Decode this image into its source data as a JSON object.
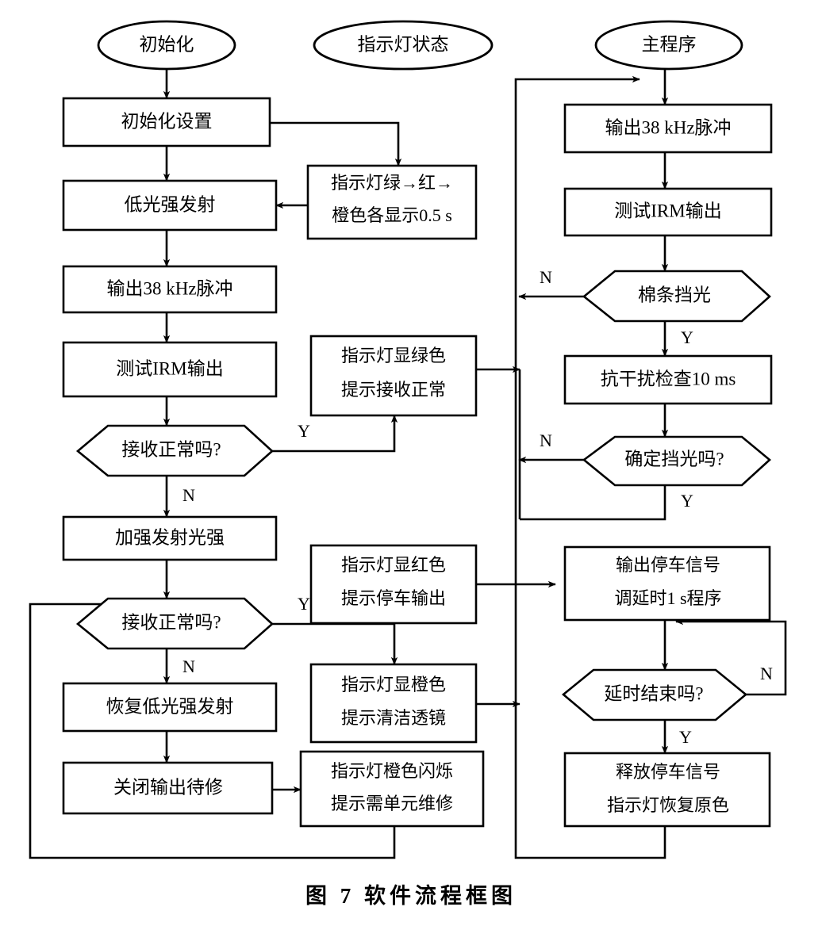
{
  "figure": {
    "caption": "图 7    软件流程框图",
    "caption_number": "图 7",
    "caption_title": "软件流程框图"
  },
  "chart_data": {
    "type": "diagram",
    "diagram_kind": "flowchart",
    "title": "软件流程框图",
    "columns": [
      "初始化",
      "指示灯状态",
      "主程序"
    ],
    "nodes": [
      {
        "id": "n1",
        "shape": "oval",
        "text": "初始化",
        "column": 1
      },
      {
        "id": "n2",
        "shape": "process",
        "text": "初始化设置",
        "column": 1
      },
      {
        "id": "n3",
        "shape": "process",
        "text": "低光强发射",
        "column": 1
      },
      {
        "id": "n4",
        "shape": "process",
        "text": "输出38 kHz脉冲",
        "column": 1
      },
      {
        "id": "n5",
        "shape": "process",
        "text": "测试IRM输出",
        "column": 1
      },
      {
        "id": "n6",
        "shape": "decision",
        "text": "接收正常吗?",
        "column": 1
      },
      {
        "id": "n7",
        "shape": "process",
        "text": "加强发射光强",
        "column": 1
      },
      {
        "id": "n8",
        "shape": "decision",
        "text": "接收正常吗?",
        "column": 1
      },
      {
        "id": "n9",
        "shape": "process",
        "text": "恢复低光强发射",
        "column": 1
      },
      {
        "id": "n10",
        "shape": "process",
        "text": "关闭输出待修",
        "column": 1
      },
      {
        "id": "m0",
        "shape": "oval",
        "text": "指示灯状态",
        "column": 2
      },
      {
        "id": "m1",
        "shape": "process",
        "line1": "指示灯绿→红→",
        "line2": "橙色各显示0.5 s",
        "column": 2
      },
      {
        "id": "m2",
        "shape": "process",
        "line1": "指示灯显绿色",
        "line2": "提示接收正常",
        "column": 2
      },
      {
        "id": "m3",
        "shape": "process",
        "line1": "指示灯显红色",
        "line2": "提示停车输出",
        "column": 2
      },
      {
        "id": "m4",
        "shape": "process",
        "line1": "指示灯显橙色",
        "line2": "提示清洁透镜",
        "column": 2
      },
      {
        "id": "m5",
        "shape": "process",
        "line1": "指示灯橙色闪烁",
        "line2": "提示需单元维修",
        "column": 2
      },
      {
        "id": "r0",
        "shape": "oval",
        "text": "主程序",
        "column": 3
      },
      {
        "id": "r1",
        "shape": "process",
        "text": "输出38 kHz脉冲",
        "column": 3
      },
      {
        "id": "r2",
        "shape": "process",
        "text": "测试IRM输出",
        "column": 3
      },
      {
        "id": "r3",
        "shape": "decision",
        "text": "棉条挡光",
        "column": 3
      },
      {
        "id": "r4",
        "shape": "process",
        "text": "抗干扰检查10 ms",
        "column": 3
      },
      {
        "id": "r5",
        "shape": "decision",
        "text": "确定挡光吗?",
        "column": 3
      },
      {
        "id": "r6",
        "shape": "process",
        "line1": "输出停车信号",
        "line2": "调延时1 s程序",
        "column": 3
      },
      {
        "id": "r7",
        "shape": "decision",
        "text": "延时结束吗?",
        "column": 3
      },
      {
        "id": "r8",
        "shape": "process",
        "line1": "释放停车信号",
        "line2": "指示灯恢复原色",
        "column": 3
      }
    ],
    "edge_labels": [
      {
        "id": "y1",
        "text": "Y",
        "from": "n6",
        "to": "m2"
      },
      {
        "id": "n1l",
        "text": "N",
        "from": "n6",
        "to": "n7"
      },
      {
        "id": "y2",
        "text": "Y",
        "from": "n8",
        "to": "m4"
      },
      {
        "id": "n2l",
        "text": "N",
        "from": "n8",
        "to": "n9"
      },
      {
        "id": "n3l",
        "text": "N",
        "from": "r3",
        "to": "r0"
      },
      {
        "id": "y3",
        "text": "Y",
        "from": "r3",
        "to": "r4"
      },
      {
        "id": "n4l",
        "text": "N",
        "from": "r5",
        "to": "r0"
      },
      {
        "id": "y4",
        "text": "Y",
        "from": "r5",
        "to": "r6"
      },
      {
        "id": "n5l",
        "text": "N",
        "from": "r7",
        "to": "r7"
      },
      {
        "id": "y5",
        "text": "Y",
        "from": "r7",
        "to": "r8"
      }
    ]
  }
}
